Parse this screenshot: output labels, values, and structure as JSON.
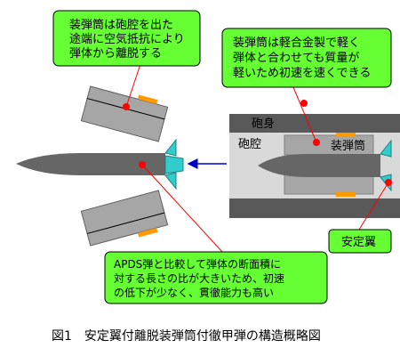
{
  "callouts": {
    "sabot_separation": [
      "装弾筒は砲腔を出た",
      "途端に空気抵抗により",
      "弾体から離脱する"
    ],
    "sabot_material": [
      "装弾筒は軽合金製で軽く",
      "弾体と合わせても質量が",
      "軽いため初速を速くできる"
    ],
    "stabilizer": [
      "安定翼"
    ],
    "penetration": [
      "APDS弾と比較して弾体の断面積に",
      "対する長さの比が大きいため、初速",
      "の低下が少なく、貫徹能力も高い"
    ]
  },
  "barrel_labels": {
    "barrel": "砲身",
    "bore": "砲腔",
    "sabot": "装弾筒"
  },
  "caption": "図1　安定翼付離脱装弾筒付徹甲弾の構造概略図",
  "colors": {
    "callout_fill": "#66ff33",
    "barrel_dark": "#595959",
    "bore_light": "#d9d9d9",
    "sabot_grey": "#a6a6a6",
    "projectile": "#666666",
    "fin": "#33cccc",
    "band_orange": "#ff9900",
    "leader_red": "#ff0000",
    "arrow_blue": "#0000cc"
  }
}
